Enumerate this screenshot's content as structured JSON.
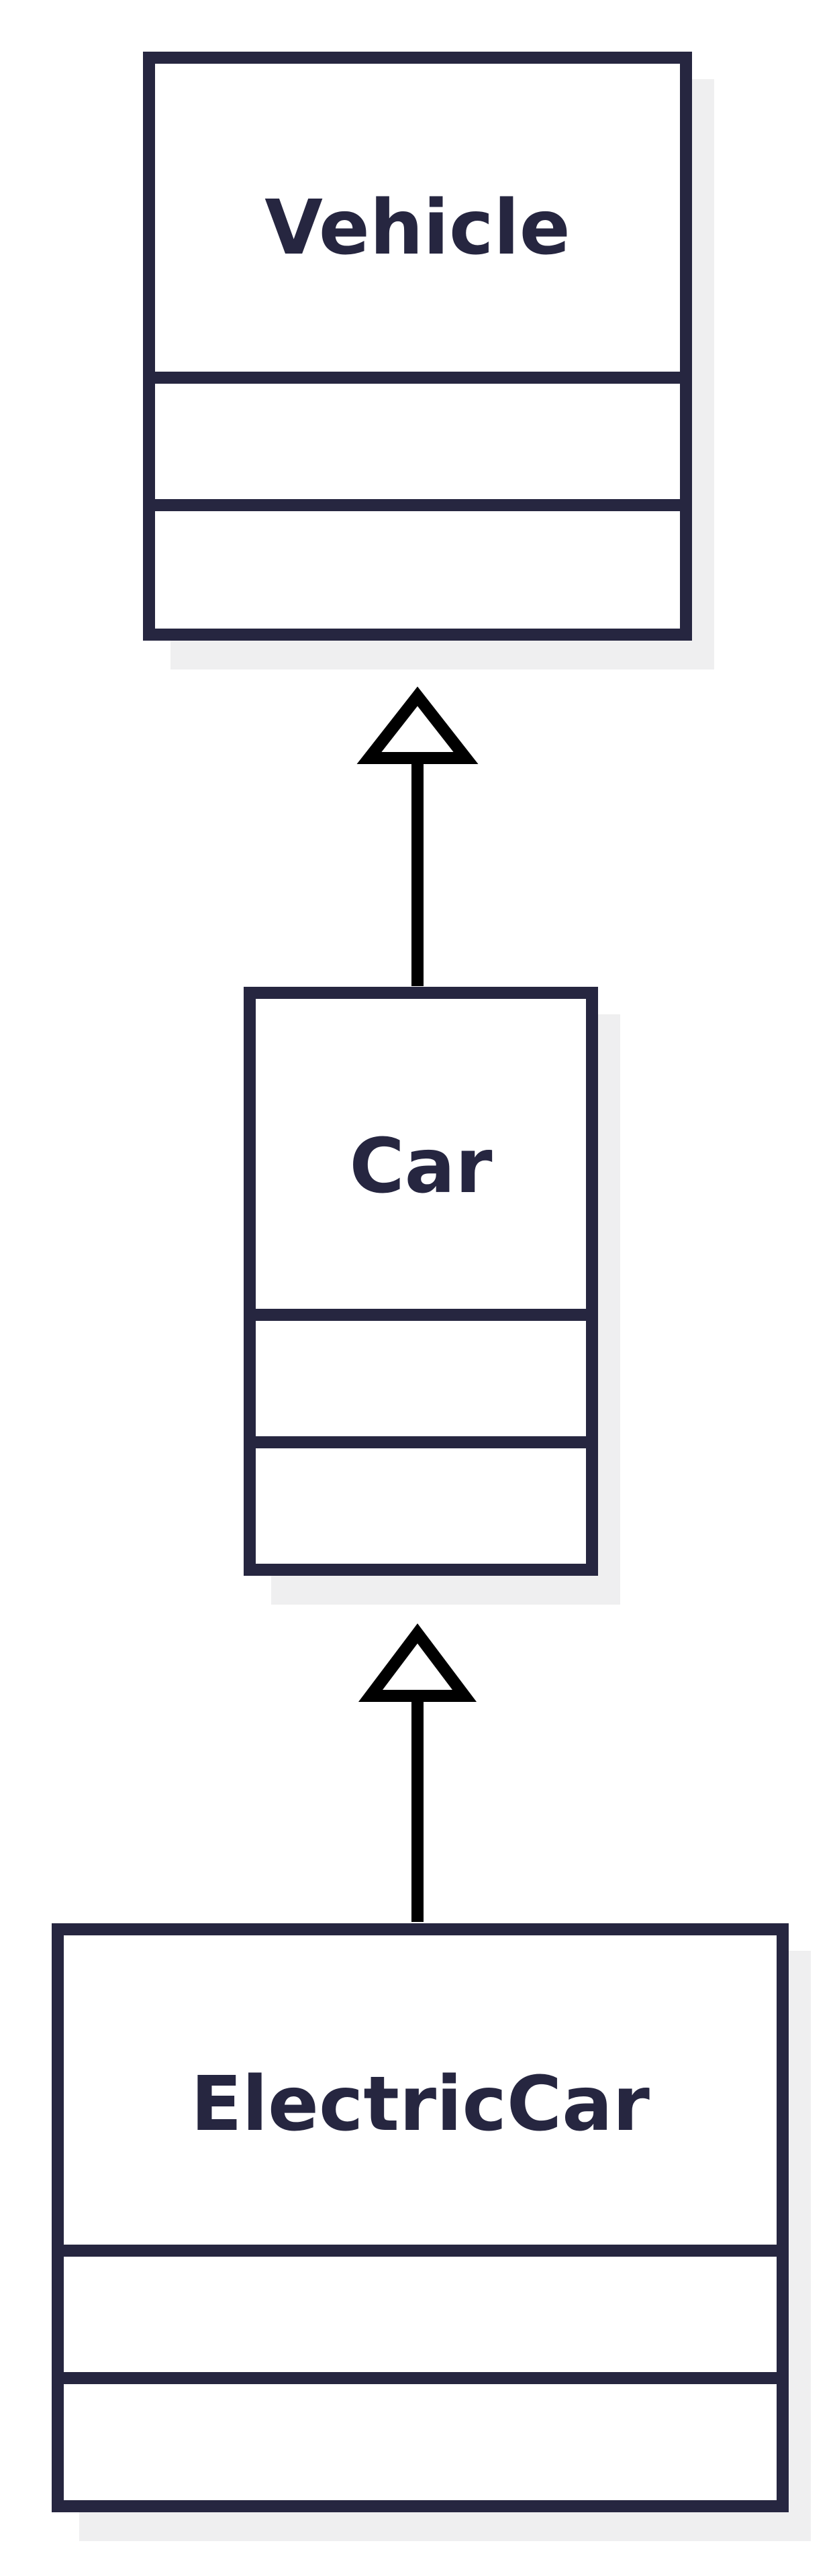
{
  "classes": [
    {
      "id": "vehicle",
      "name": "Vehicle"
    },
    {
      "id": "car",
      "name": "Car"
    },
    {
      "id": "electric_car",
      "name": "ElectricCar"
    }
  ],
  "relations": [
    {
      "type": "inheritance",
      "from": "car",
      "to": "vehicle"
    },
    {
      "type": "inheritance",
      "from": "electric_car",
      "to": "car"
    }
  ],
  "colors": {
    "border": "#262640",
    "text": "#262640",
    "shadow": "#efeff0",
    "arrow": "#000000",
    "background": "#ffffff"
  }
}
